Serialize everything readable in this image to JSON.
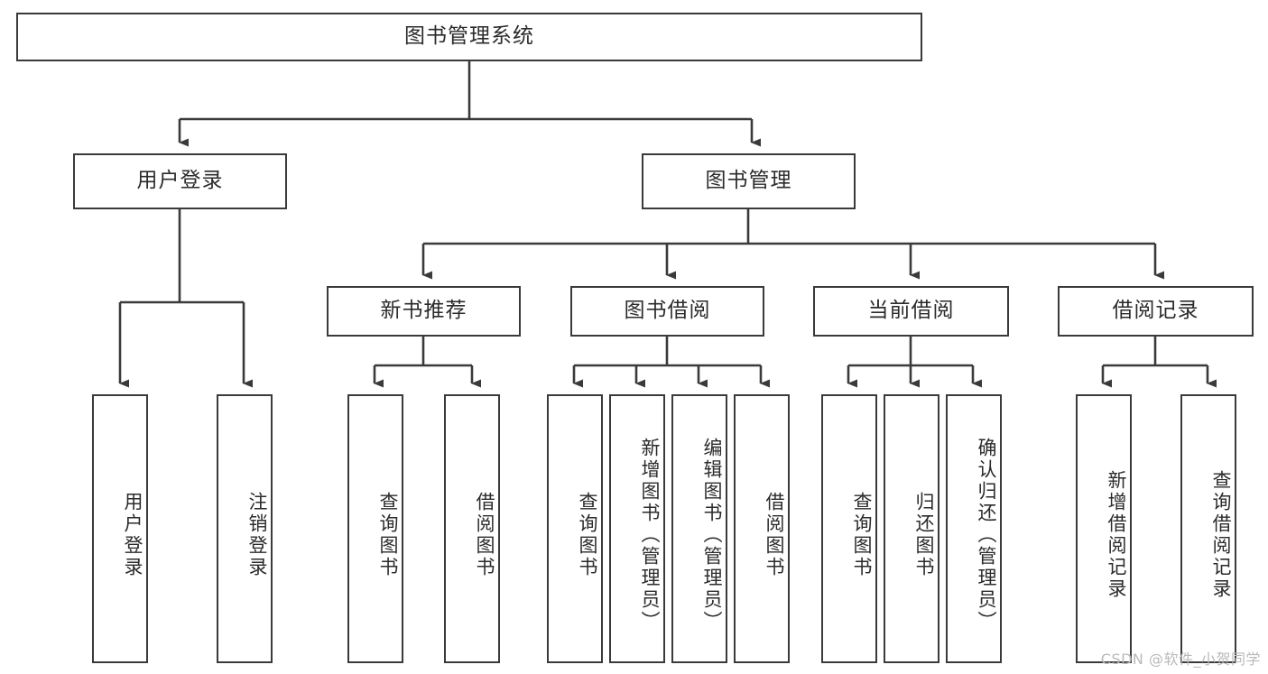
{
  "diagram": {
    "title": "图书管理系统",
    "type": "tree-hierarchy-chart",
    "orientation": "top-down",
    "stroke_color": "#3a3a3a",
    "fill_color": "#ffffff",
    "text_color": "#2b2b2b"
  },
  "watermark": {
    "text": "CSDN @软件_小贺同学",
    "color": "#b9b9b9"
  },
  "nodes": {
    "root": {
      "label": "图书管理系统"
    },
    "level2": [
      {
        "id": "user-login",
        "label": "用户登录"
      },
      {
        "id": "book-manage",
        "label": "图书管理"
      }
    ],
    "level3": [
      {
        "id": "new-book-recommend",
        "label": "新书推荐"
      },
      {
        "id": "book-borrow",
        "label": "图书借阅"
      },
      {
        "id": "current-borrow",
        "label": "当前借阅"
      },
      {
        "id": "borrow-record",
        "label": "借阅记录"
      }
    ],
    "leaves": {
      "user-login": [
        {
          "id": "leaf-user-login",
          "label": "用户登录"
        },
        {
          "id": "leaf-user-logout",
          "label": "注销登录"
        }
      ],
      "new-book-recommend": [
        {
          "id": "leaf-query-book-1",
          "label": "查询图书"
        },
        {
          "id": "leaf-borrow-book-1",
          "label": "借阅图书"
        }
      ],
      "book-borrow": [
        {
          "id": "leaf-query-book-2",
          "label": "查询图书"
        },
        {
          "id": "leaf-add-book",
          "label": "新增图书（管理员）"
        },
        {
          "id": "leaf-edit-book",
          "label": "编辑图书（管理员）"
        },
        {
          "id": "leaf-borrow-book-2",
          "label": "借阅图书"
        }
      ],
      "current-borrow": [
        {
          "id": "leaf-query-book-3",
          "label": "查询图书"
        },
        {
          "id": "leaf-return-book",
          "label": "归还图书"
        },
        {
          "id": "leaf-confirm-return",
          "label": "确认归还（管理员）"
        }
      ],
      "borrow-record": [
        {
          "id": "leaf-add-record",
          "label": "新增借阅记录"
        },
        {
          "id": "leaf-query-record",
          "label": "查询借阅记录"
        }
      ]
    }
  }
}
